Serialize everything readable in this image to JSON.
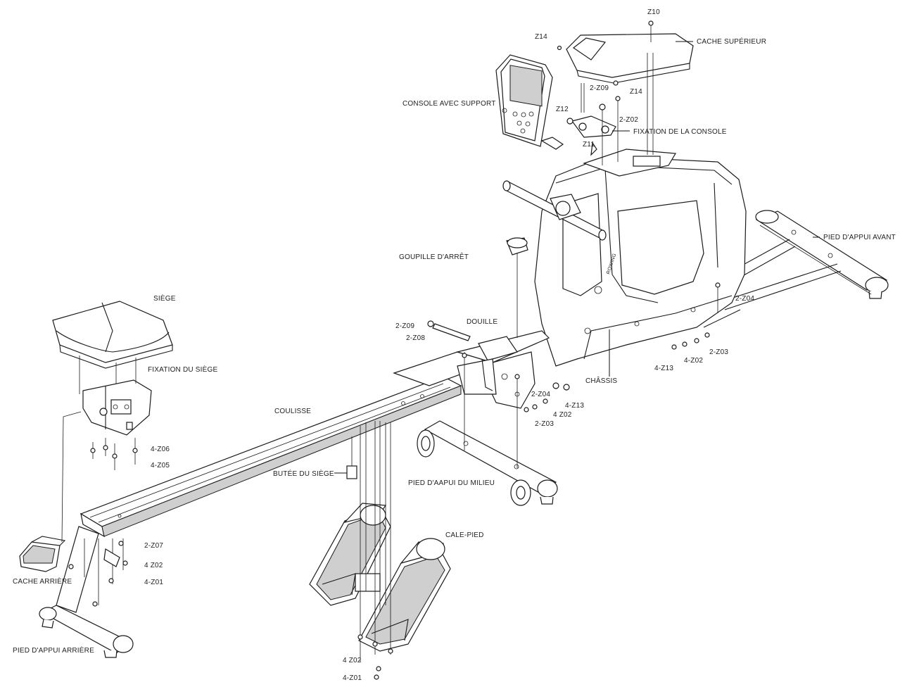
{
  "labels": {
    "z10": "Z10",
    "cache_superieur": "CACHE SUPÉRIEUR",
    "z14_top": "Z14",
    "z14_right": "Z14",
    "console": "CONSOLE AVEC SUPPORT",
    "z2_z09_top": "2-Z09",
    "z12": "Z12",
    "z2_z02_top": "2-Z02",
    "fixation_console": "FIXATION DE LA CONSOLE",
    "z11": "Z11",
    "pied_avant": "PIED D'APPUI AVANT",
    "goupille": "GOUPILLE D'ARRÊT",
    "z2_z04_right": "2-Z04",
    "siege": "SIÈGE",
    "z2_z09_mid": "2-Z09",
    "douille": "DOUILLE",
    "z2_z08": "2-Z08",
    "z2_z03_right": "2-Z03",
    "z4_z02_right": "4-Z02",
    "z4_z13_right": "4-Z13",
    "fixation_siege": "FIXATION DU SIÈGE",
    "chassis": "CHÂSSIS",
    "z2_z04_mid": "2-Z04",
    "z4_z13_mid": "4-Z13",
    "coulisse": "COULISSE",
    "z4_z02_mid": "4 Z02",
    "z2_z03_mid": "2-Z03",
    "z4_z06": "4-Z06",
    "z4_z05": "4-Z05",
    "butee": "BUTÉE DU SIÈGE",
    "pied_milieu": "PIED D'AAPUI DU MILIEU",
    "cale_pied": "CALE-PIED",
    "z2_z07": "2-Z07",
    "z4_z02_rear": "4 Z02",
    "z4_z01_rear": "4-Z01",
    "cache_arriere": "CACHE ARRIÈRE",
    "pied_arriere": "PIED D'APPUI ARRIÈRE",
    "z4_z02_bottom": "4 Z02",
    "z4_z01_bottom": "4-Z01"
  }
}
